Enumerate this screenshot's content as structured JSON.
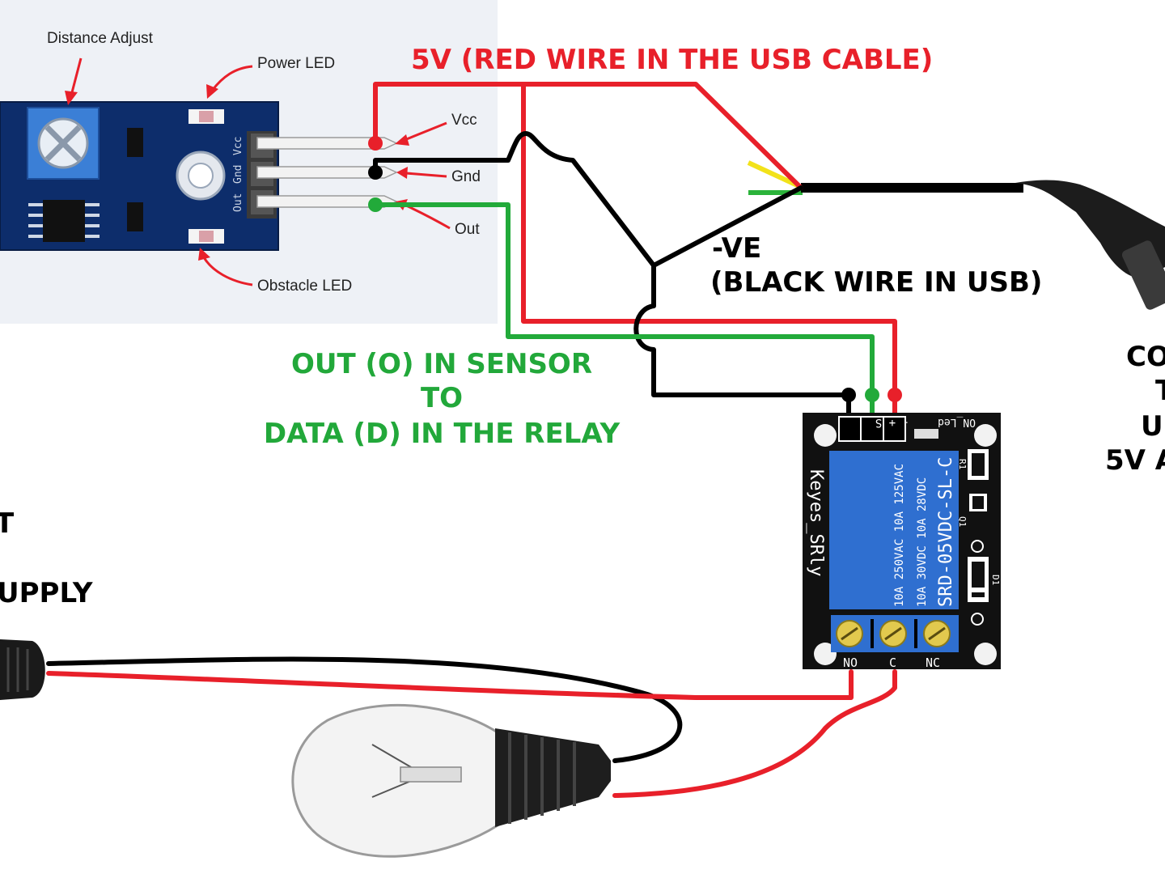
{
  "sensor": {
    "callouts": {
      "distance_adjust": "Distance Adjust",
      "power_led": "Power LED",
      "obstacle_led": "Obstacle LED",
      "vcc": "Vcc",
      "gnd": "Gnd",
      "out": "Out"
    },
    "pin_labels": {
      "vcc": "Vcc",
      "gnd": "Gnd",
      "out": "Out"
    }
  },
  "annotations": {
    "red_wire": "5V (RED WIRE  IN THE USB CABLE)",
    "black_wire_line1": "-VE",
    "black_wire_line2": "(BLACK WIRE IN USB)",
    "out_line1": "OUT (O) IN SENSOR",
    "out_line2": "TO",
    "out_line3": "DATA (D) IN THE RELAY",
    "usb_line1": "CO",
    "usb_line2": "T",
    "usb_line3": "U",
    "usb_line4": "5V A",
    "supply_line1": "T",
    "supply_line2": "UPPLY"
  },
  "relay": {
    "brand": "Keyes_SRly",
    "model": "SRD-05VDC-SL-C",
    "rating1": "10A 250VAC  10A 125VAC",
    "rating2": "10A  30VDC  10A  28VDC",
    "pin_header": "-  +  S",
    "on_led": "ON_Led",
    "r1": "R1",
    "q1": "Q1",
    "d1": "D1",
    "terminal_no": "NO",
    "terminal_c": "C",
    "terminal_nc": "NC"
  },
  "colors": {
    "wire_red": "#e8202a",
    "wire_black": "#000000",
    "wire_green": "#22aa3a",
    "pcb_blue": "#0d2d6b",
    "relay_blue": "#2f6fd0",
    "annotation_red": "#e8202a",
    "annotation_green": "#22a83a"
  },
  "icons": [
    "potentiometer-icon",
    "usb-plug-icon",
    "dc-jack-icon",
    "light-bulb-icon",
    "screw-terminal-icon"
  ]
}
